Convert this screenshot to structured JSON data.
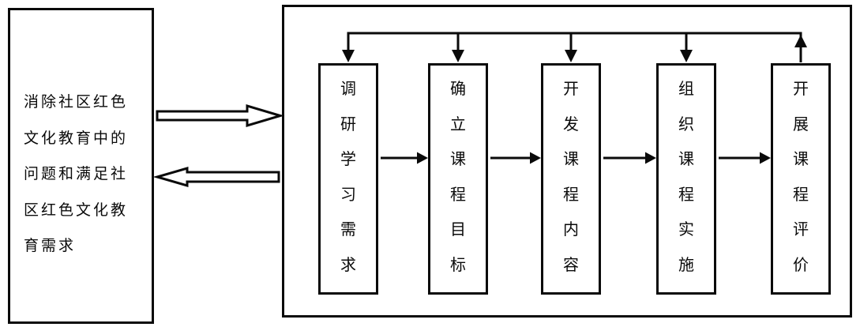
{
  "demand_box": {
    "text": "消除社区红色文化教育中的问题和满足社区红色文化教育需求"
  },
  "process": {
    "steps": [
      {
        "label": "调研学习需求"
      },
      {
        "label": "确立课程目标"
      },
      {
        "label": "开发课程内容"
      },
      {
        "label": "组织课程实施"
      },
      {
        "label": "开展课程评价"
      }
    ]
  },
  "connectors": {
    "forward_flow": "step-to-step right arrows",
    "feedback_flow": "evaluation feeds back to steps 1-4",
    "demand_to_process": "hollow right arrow",
    "process_to_demand": "hollow left arrow"
  },
  "colors": {
    "line": "#0a0a0a",
    "background": "#ffffff",
    "box_fill": "#ffffff"
  }
}
